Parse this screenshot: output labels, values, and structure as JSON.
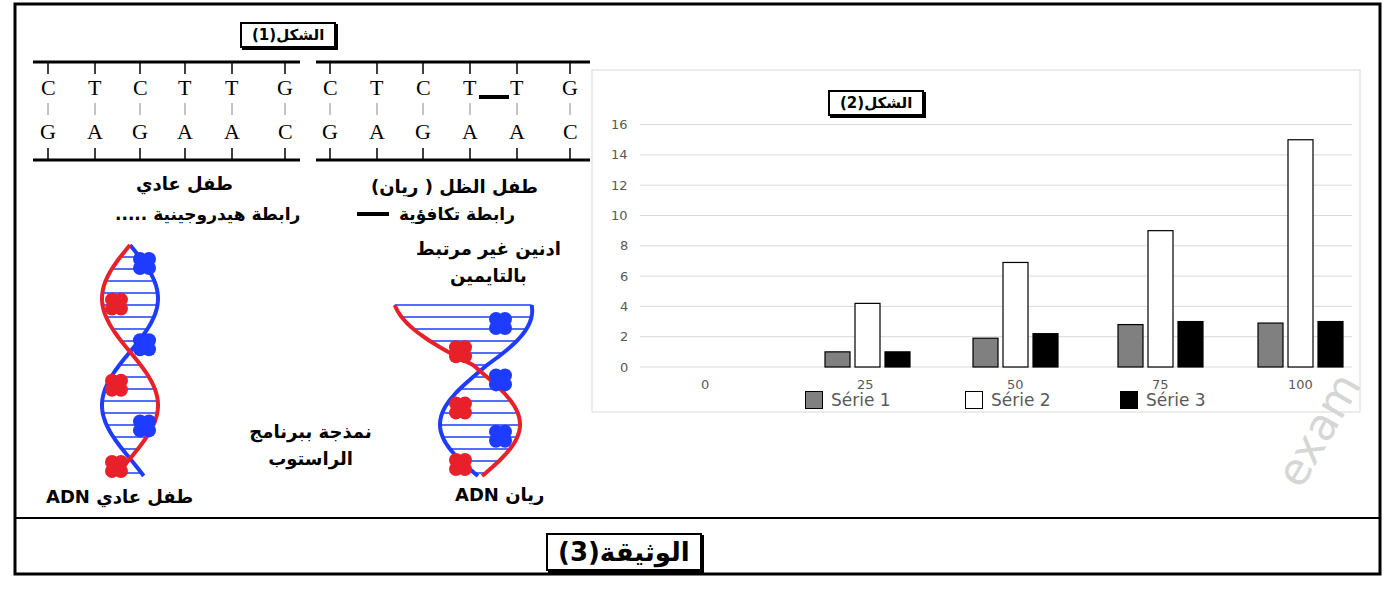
{
  "diagram": {
    "caption": "الوثيقة(3)",
    "nodes": [
      {
        "text": [
          "الشكل(1)"
        ]
      },
      {
        "text": [
          "الشكل(2)"
        ]
      },
      {
        "text": [
          "الوثيقة(3)"
        ]
      }
    ],
    "labels": [
      "C",
      "T",
      "C",
      "T",
      "T",
      "G",
      "G",
      "A",
      "G",
      "A",
      "A",
      "C",
      "C",
      "T",
      "C",
      "T",
      "T",
      "G",
      "G",
      "A",
      "G",
      "A",
      "A",
      "C",
      "طفل عادي",
      "طفل الظل ( ريان)",
      "ادنين غير مرتبط بالتايمين",
      "نمذجة ببرنامج الراستوب",
      "ADN ريان",
      "ADN طفل عادي",
      "0",
      "2",
      "4",
      "6",
      "8",
      "10",
      "12",
      "14",
      "16",
      "0",
      "25",
      "50",
      "75",
      "100",
      "exam"
    ],
    "legend": [
      {
        "text": "رابطة هيدروجينية ....."
      },
      {
        "text": "رابطة تكافؤية"
      },
      {
        "text": "Série 1",
        "color": "#808080"
      },
      {
        "text": "Série 2",
        "color": "#ffffff"
      },
      {
        "text": "Série 3",
        "color": "#000000"
      }
    ]
  }
}
